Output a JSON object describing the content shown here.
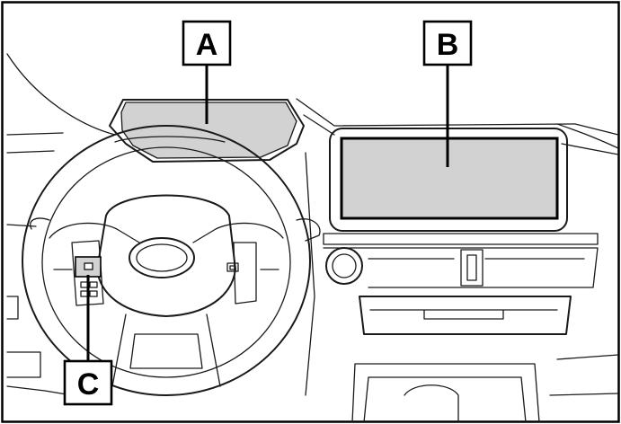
{
  "callouts": {
    "a": {
      "letter": "A"
    },
    "b": {
      "letter": "B"
    },
    "c": {
      "letter": "C"
    }
  },
  "colors": {
    "highlight_fill": "#d2d2d2",
    "line": "#1a1a1a",
    "background": "#ffffff"
  }
}
